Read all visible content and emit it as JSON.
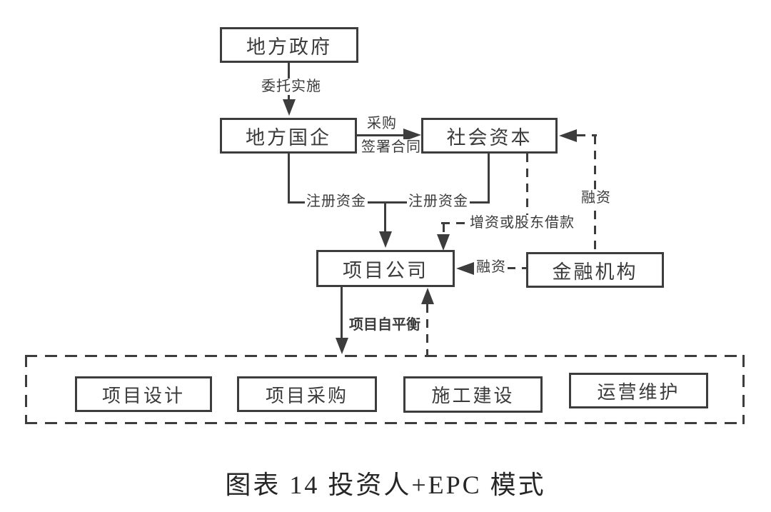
{
  "colors": {
    "stroke": "#3d3d3d",
    "text": "#3b3b3b",
    "caption": "#262626",
    "bg": "#ffffff"
  },
  "caption": "图表 14  投资人+EPC 模式",
  "nodes": {
    "local_government": {
      "label": "地方政府"
    },
    "local_soe": {
      "label": "地方国企"
    },
    "social_capital": {
      "label": "社会资本"
    },
    "project_company": {
      "label": "项目公司"
    },
    "financial_institution": {
      "label": "金融机构"
    },
    "project_design": {
      "label": "项目设计"
    },
    "project_procurement": {
      "label": "项目采购"
    },
    "construction": {
      "label": "施工建设"
    },
    "operation_maintenance": {
      "label": "运营维护"
    }
  },
  "edges": {
    "entrust": {
      "label": "委托实施",
      "from": "local_government",
      "to": "local_soe",
      "style": "solid"
    },
    "procurement": {
      "label": "采购",
      "from": "local_soe",
      "to": "social_capital",
      "style": "solid"
    },
    "sign_contract": {
      "label": "签署合同",
      "from": "local_soe",
      "to": "social_capital",
      "style": "solid"
    },
    "registered_capital_soe": {
      "label": "注册资金",
      "from": "local_soe",
      "to": "project_company",
      "style": "solid"
    },
    "registered_capital_social": {
      "label": "注册资金",
      "from": "social_capital",
      "to": "project_company",
      "style": "solid"
    },
    "capital_increase": {
      "label": "增资或股东借款",
      "from": "social_capital",
      "to": "project_company",
      "style": "dashed"
    },
    "financing_social_capital": {
      "label": "融资",
      "from": "financial_institution",
      "to": "social_capital",
      "style": "dashed"
    },
    "financing_project_company": {
      "label": "融资",
      "from": "financial_institution",
      "to": "project_company",
      "style": "dashed"
    },
    "project_self_balance": {
      "label": "项目自平衡",
      "from": "project_company",
      "to": "epc_scope",
      "style": "solid"
    },
    "epc_feedback": {
      "from": "epc_scope",
      "to": "project_company",
      "style": "dashed"
    }
  }
}
